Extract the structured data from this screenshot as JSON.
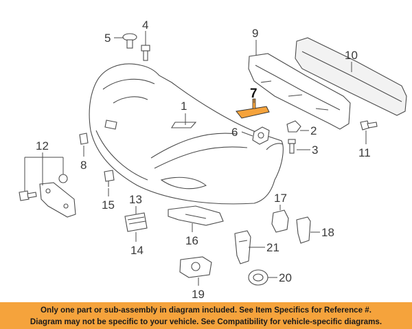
{
  "callouts": {
    "n1": "1",
    "n2": "2",
    "n3": "3",
    "n4": "4",
    "n5": "5",
    "n6": "6",
    "n7": "7",
    "n8": "8",
    "n9": "9",
    "n10": "10",
    "n11": "11",
    "n12": "12",
    "n13": "13",
    "n14": "14",
    "n15": "15",
    "n16": "16",
    "n17": "17",
    "n18": "18",
    "n19": "19",
    "n20": "20",
    "n21": "21"
  },
  "highlight_color": "#f5a33c",
  "banner": {
    "line1": "Only one part or sub-assembly in diagram included. See Item Specifics for Reference #.",
    "line2": "Diagram may not be specific to your vehicle. See Compatibility for vehicle-specific diagrams."
  }
}
